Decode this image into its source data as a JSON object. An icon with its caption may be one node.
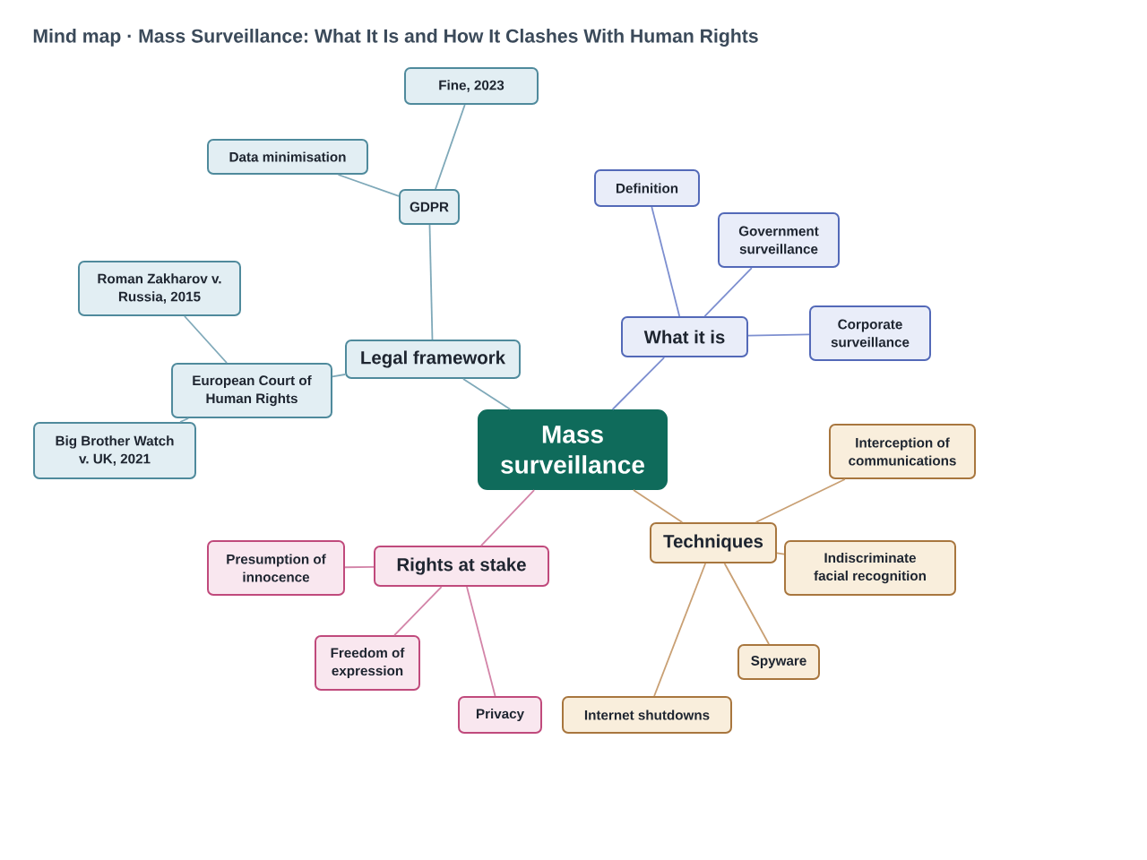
{
  "diagram": {
    "title": "Mind map · Mass Surveillance: What It Is and How It Clashes With Human Rights",
    "nodes": [
      {
        "text": [
          "Mass surveillance"
        ]
      },
      {
        "text": [
          "What it is"
        ]
      },
      {
        "text": [
          "Definition"
        ]
      },
      {
        "text": [
          "Government surveillance"
        ]
      },
      {
        "text": [
          "Corporate surveillance"
        ]
      },
      {
        "text": [
          "Legal framework"
        ]
      },
      {
        "text": [
          "GDPR"
        ]
      },
      {
        "text": [
          "Data minimisation"
        ]
      },
      {
        "text": [
          "Fine, 2023"
        ]
      },
      {
        "text": [
          "European Court of Human Rights"
        ]
      },
      {
        "text": [
          "Roman Zakharov v. Russia, 2015"
        ]
      },
      {
        "text": [
          "Big Brother Watch v. UK, 2021"
        ]
      },
      {
        "text": [
          "Rights at stake"
        ]
      },
      {
        "text": [
          "Presumption of innocence"
        ]
      },
      {
        "text": [
          "Freedom of expression"
        ]
      },
      {
        "text": [
          "Privacy"
        ]
      },
      {
        "text": [
          "Techniques"
        ]
      },
      {
        "text": [
          "Interception of communications"
        ]
      },
      {
        "text": [
          "Indiscriminate facial recognition"
        ]
      },
      {
        "text": [
          "Spyware"
        ]
      },
      {
        "text": [
          "Internet shutdowns"
        ]
      }
    ],
    "edges": [
      {
        "from": 0,
        "to": 1,
        "arrow": "none",
        "color": "#7d8fd0"
      },
      {
        "from": 1,
        "to": 2,
        "arrow": "none",
        "color": "#7d8fd0"
      },
      {
        "from": 1,
        "to": 3,
        "arrow": "none",
        "color": "#7d8fd0"
      },
      {
        "from": 1,
        "to": 4,
        "arrow": "none",
        "color": "#7d8fd0"
      },
      {
        "from": 0,
        "to": 5,
        "arrow": "none",
        "color": "#7fa9b9"
      },
      {
        "from": 5,
        "to": 6,
        "arrow": "none",
        "color": "#7fa9b9"
      },
      {
        "from": 6,
        "to": 7,
        "arrow": "none",
        "color": "#7fa9b9"
      },
      {
        "from": 6,
        "to": 8,
        "arrow": "none",
        "color": "#7fa9b9"
      },
      {
        "from": 5,
        "to": 9,
        "arrow": "none",
        "color": "#7fa9b9"
      },
      {
        "from": 9,
        "to": 10,
        "arrow": "none",
        "color": "#7fa9b9"
      },
      {
        "from": 9,
        "to": 11,
        "arrow": "none",
        "color": "#7fa9b9"
      },
      {
        "from": 0,
        "to": 12,
        "arrow": "none",
        "color": "#d384a8"
      },
      {
        "from": 12,
        "to": 13,
        "arrow": "none",
        "color": "#d384a8"
      },
      {
        "from": 12,
        "to": 14,
        "arrow": "none",
        "color": "#d384a8"
      },
      {
        "from": 12,
        "to": 15,
        "arrow": "none",
        "color": "#d384a8"
      },
      {
        "from": 0,
        "to": 16,
        "arrow": "none",
        "color": "#c9a074"
      },
      {
        "from": 16,
        "to": 17,
        "arrow": "none",
        "color": "#c9a074"
      },
      {
        "from": 16,
        "to": 18,
        "arrow": "none",
        "color": "#c9a074"
      },
      {
        "from": 16,
        "to": 19,
        "arrow": "none",
        "color": "#c9a074"
      },
      {
        "from": 16,
        "to": 20,
        "arrow": "none",
        "color": "#c9a074"
      }
    ]
  }
}
